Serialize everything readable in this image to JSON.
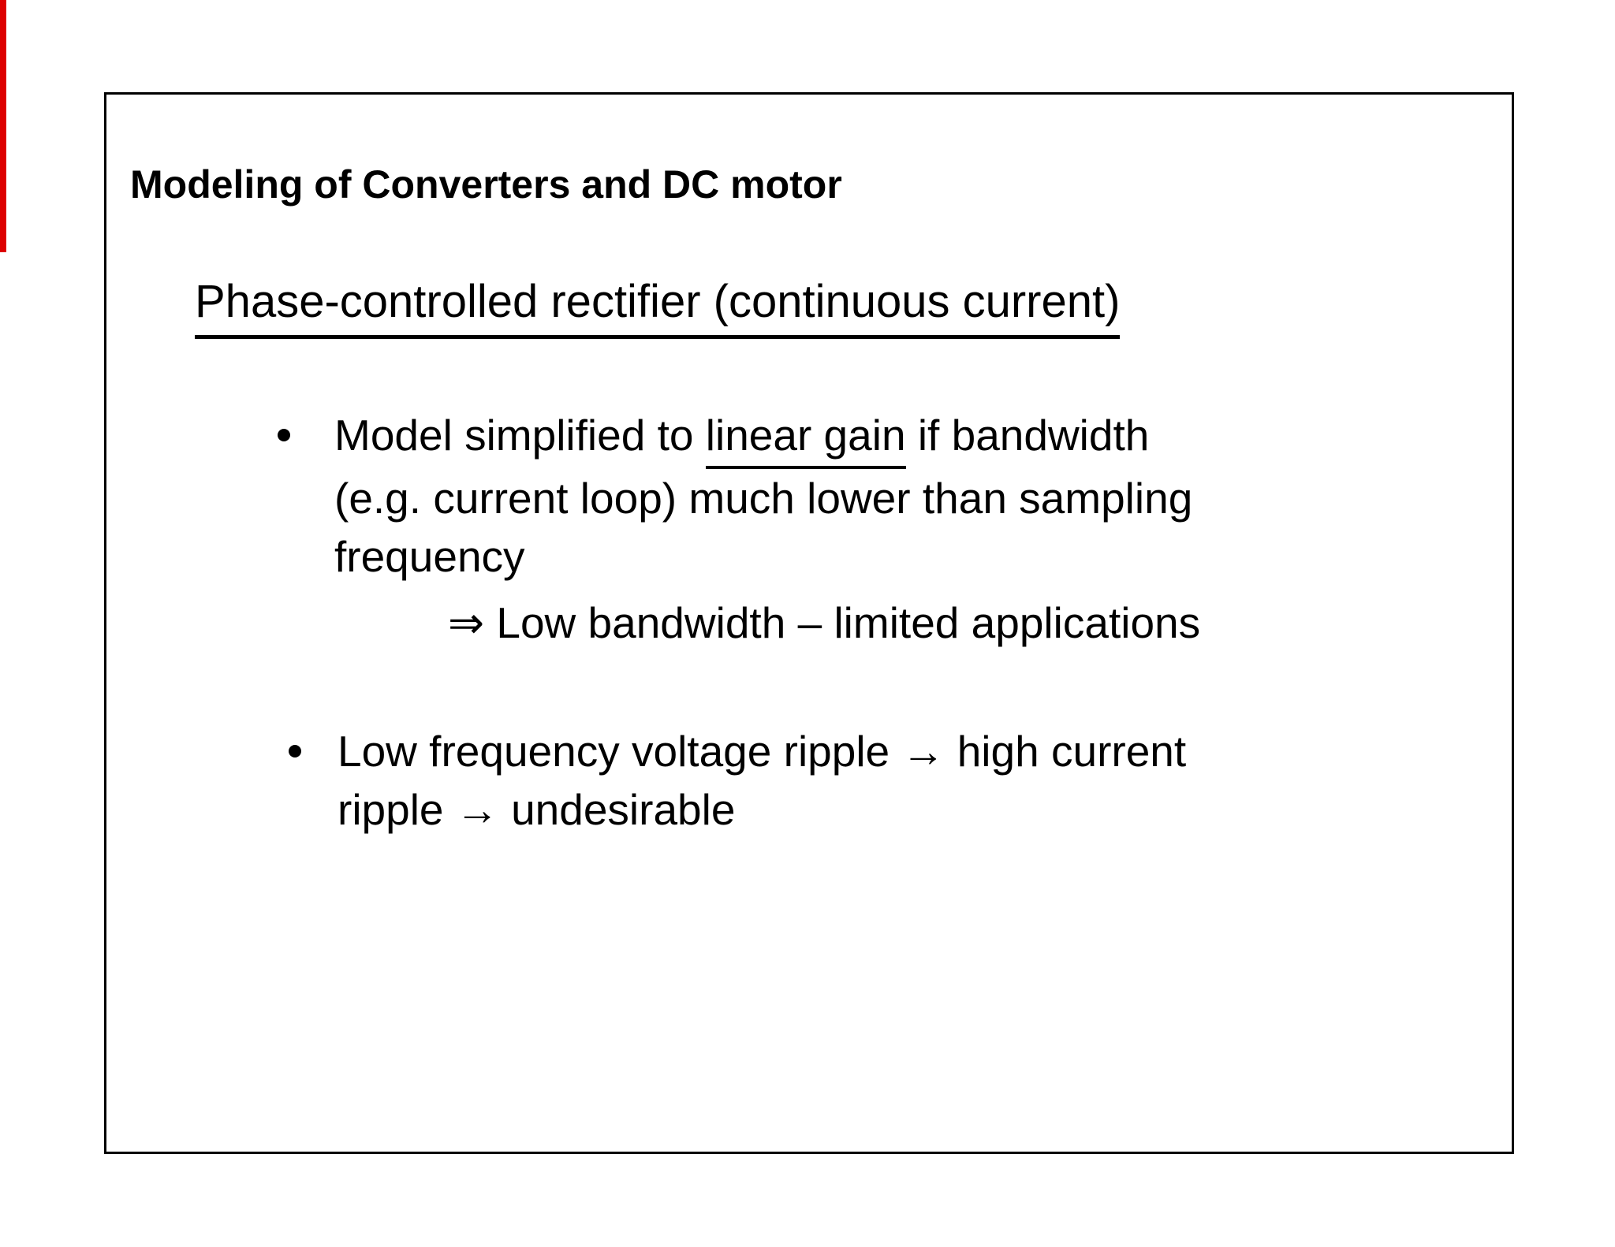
{
  "slide": {
    "title": "Modeling of Converters and DC motor",
    "heading": "Phase-controlled rectifier (continuous current)",
    "bullet1": {
      "line1_pre": "Model simplified to ",
      "line1_underlined": "linear gain",
      "line1_post": " if bandwidth",
      "line2": "(e.g. current loop) much lower than sampling",
      "line3": "frequency"
    },
    "arrow_line": "⇒ Low bandwidth – limited applications",
    "bullet2": {
      "line1": "Low frequency voltage ripple → high current",
      "line2": "ripple → undesirable"
    }
  },
  "accents": {
    "stripe_red": "#dd0000",
    "border_black": "#000000",
    "page_bg": "#ffffff"
  }
}
